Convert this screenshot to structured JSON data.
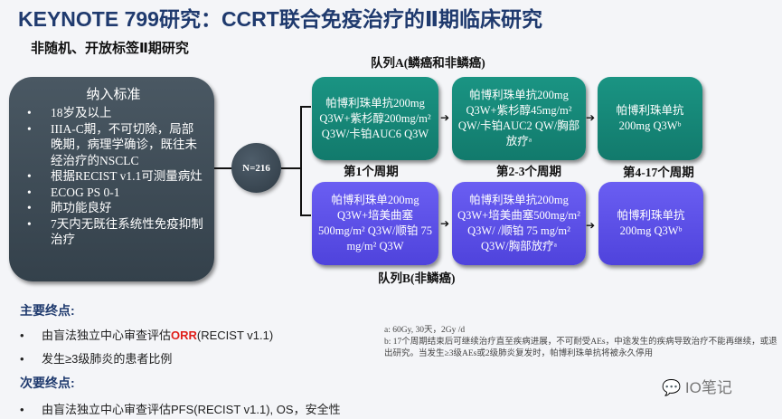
{
  "title": "KEYNOTE 799研究：CCRT联合免疫治疗的Ⅱ期临床研究",
  "subtitle": "非随机、开放标签Ⅱ期研究",
  "inclusion": {
    "heading": "纳入标准",
    "items": [
      "18岁及以上",
      "IIIA-C期，不可切除，局部晚期，病理学确诊，既往未经治疗的NSCLC",
      "根据RECIST v1.1可测量病灶",
      "ECOG PS 0-1",
      "肺功能良好",
      "7天内无既往系统性免疫抑制治疗"
    ]
  },
  "enrollment": "N=216",
  "cohort_a": {
    "label": "队列A(鳞癌和非鳞癌)",
    "boxes": [
      "帕博利珠单抗200mg Q3W+紫杉醇200mg/m² Q3W/卡铂AUC6 Q3W",
      "帕博利珠单抗200mg Q3W+紫杉醇45mg/m² QW/卡铂AUC2 QW/胸部放疗ᵃ",
      "帕博利珠单抗 200mg Q3Wᵇ"
    ]
  },
  "cohort_b": {
    "label": "队列B(非鳞癌)",
    "boxes": [
      "帕博利珠单200mg Q3W+培美曲塞 500mg/m² Q3W/顺铂 75 mg/m² Q3W",
      "帕博利珠单抗200mg Q3W+培美曲塞500mg/m² Q3W/ /顺铂 75 mg/m² Q3W/胸部放疗ᵃ",
      "帕博利珠单抗 200mg Q3Wᵇ"
    ]
  },
  "cycles": [
    "第1个周期",
    "第2-3个周期",
    "第4-17个周期"
  ],
  "primary": {
    "heading": "主要终点:",
    "item1_pre": "由盲法独立中心审查评估",
    "item1_hl": "ORR",
    "item1_post": "(RECIST v1.1)",
    "item2": "发生≥3级肺炎的患者比例"
  },
  "secondary": {
    "heading": "次要终点:",
    "item1": "由盲法独立中心审查评估PFS(RECIST v1.1), OS，安全性"
  },
  "footnotes": [
    "a: 60Gy, 30天，2Gy /d",
    "b: 17个周期结束后可继续治疗直至疾病进展，不可耐受AEs，中途发生的疾病导致治疗不能再继续，或退出研究。当发生≥3级AEs或2级肺炎复发时，帕博利珠单抗将被永久停用"
  ],
  "watermark": "IO笔记",
  "colors": {
    "teal": "#17897a",
    "purple": "#5b4ee6",
    "title": "#1f3a6e",
    "highlight": "#e0201b"
  }
}
